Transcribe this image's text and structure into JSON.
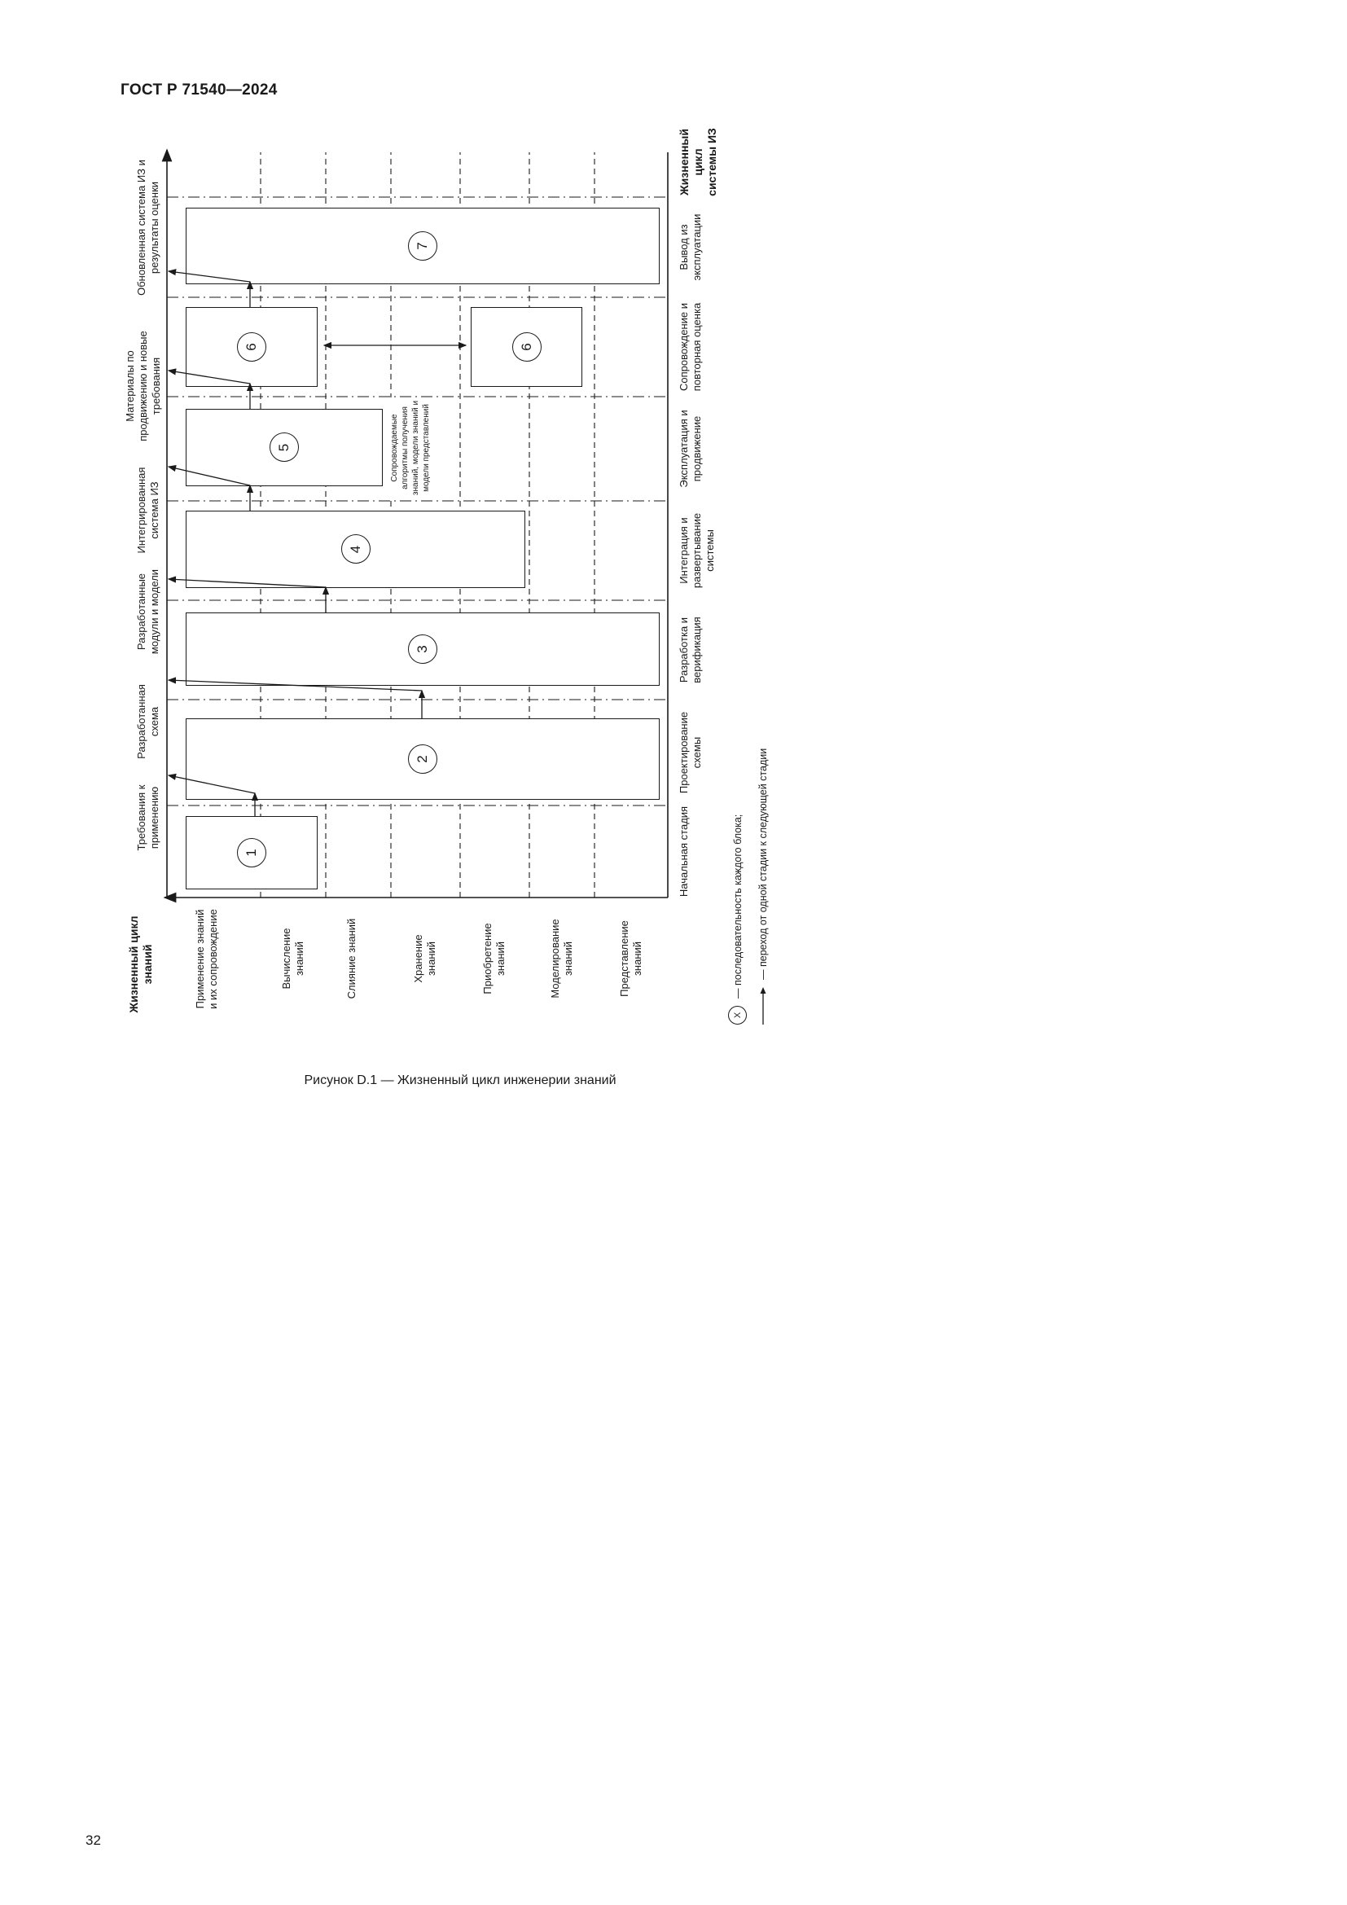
{
  "page": {
    "header": "ГОСТ Р 71540—2024",
    "caption": "Рисунок D.1 — Жизненный цикл инженерии знаний",
    "page_number": "32"
  },
  "diagram": {
    "y_axis_title": "Жизненный цикл знаний",
    "x_axis_title": "Жизненный цикл системы ИЗ",
    "rows": [
      "Применение знаний и их сопровождение",
      "Вычисление знаний",
      "Слияние знаний",
      "Хранение знаний",
      "Приобретение знаний",
      "Моделирование знаний",
      "Представление знаний"
    ],
    "stages": [
      "Начальная стадия",
      "Проектирование схемы",
      "Разработка и верификация",
      "Интеграция и развертывание системы",
      "Эксплуатация и продвижение",
      "Сопровождение и повторная оценка",
      "Вывод из эксплуатации"
    ],
    "outputs": [
      "Требования к применению",
      "Разработанная схема",
      "Разработанные модули и модели",
      "Интегрированная система ИЗ",
      "Материалы по продвижению и новые требования",
      "Обновленная система ИЗ и результаты оценки"
    ],
    "block_numbers": [
      "1",
      "2",
      "3",
      "4",
      "5",
      "6",
      "6",
      "7"
    ],
    "annotation": "Сопровождаемые алгоритмы получения знаний, модели знаний и модели представлений",
    "legend": [
      {
        "symbol": "Х",
        "text": "— последовательность каждого блока;"
      },
      {
        "symbol": "⟶",
        "text": "— переход от одной стадии к следующей стадии"
      }
    ]
  }
}
